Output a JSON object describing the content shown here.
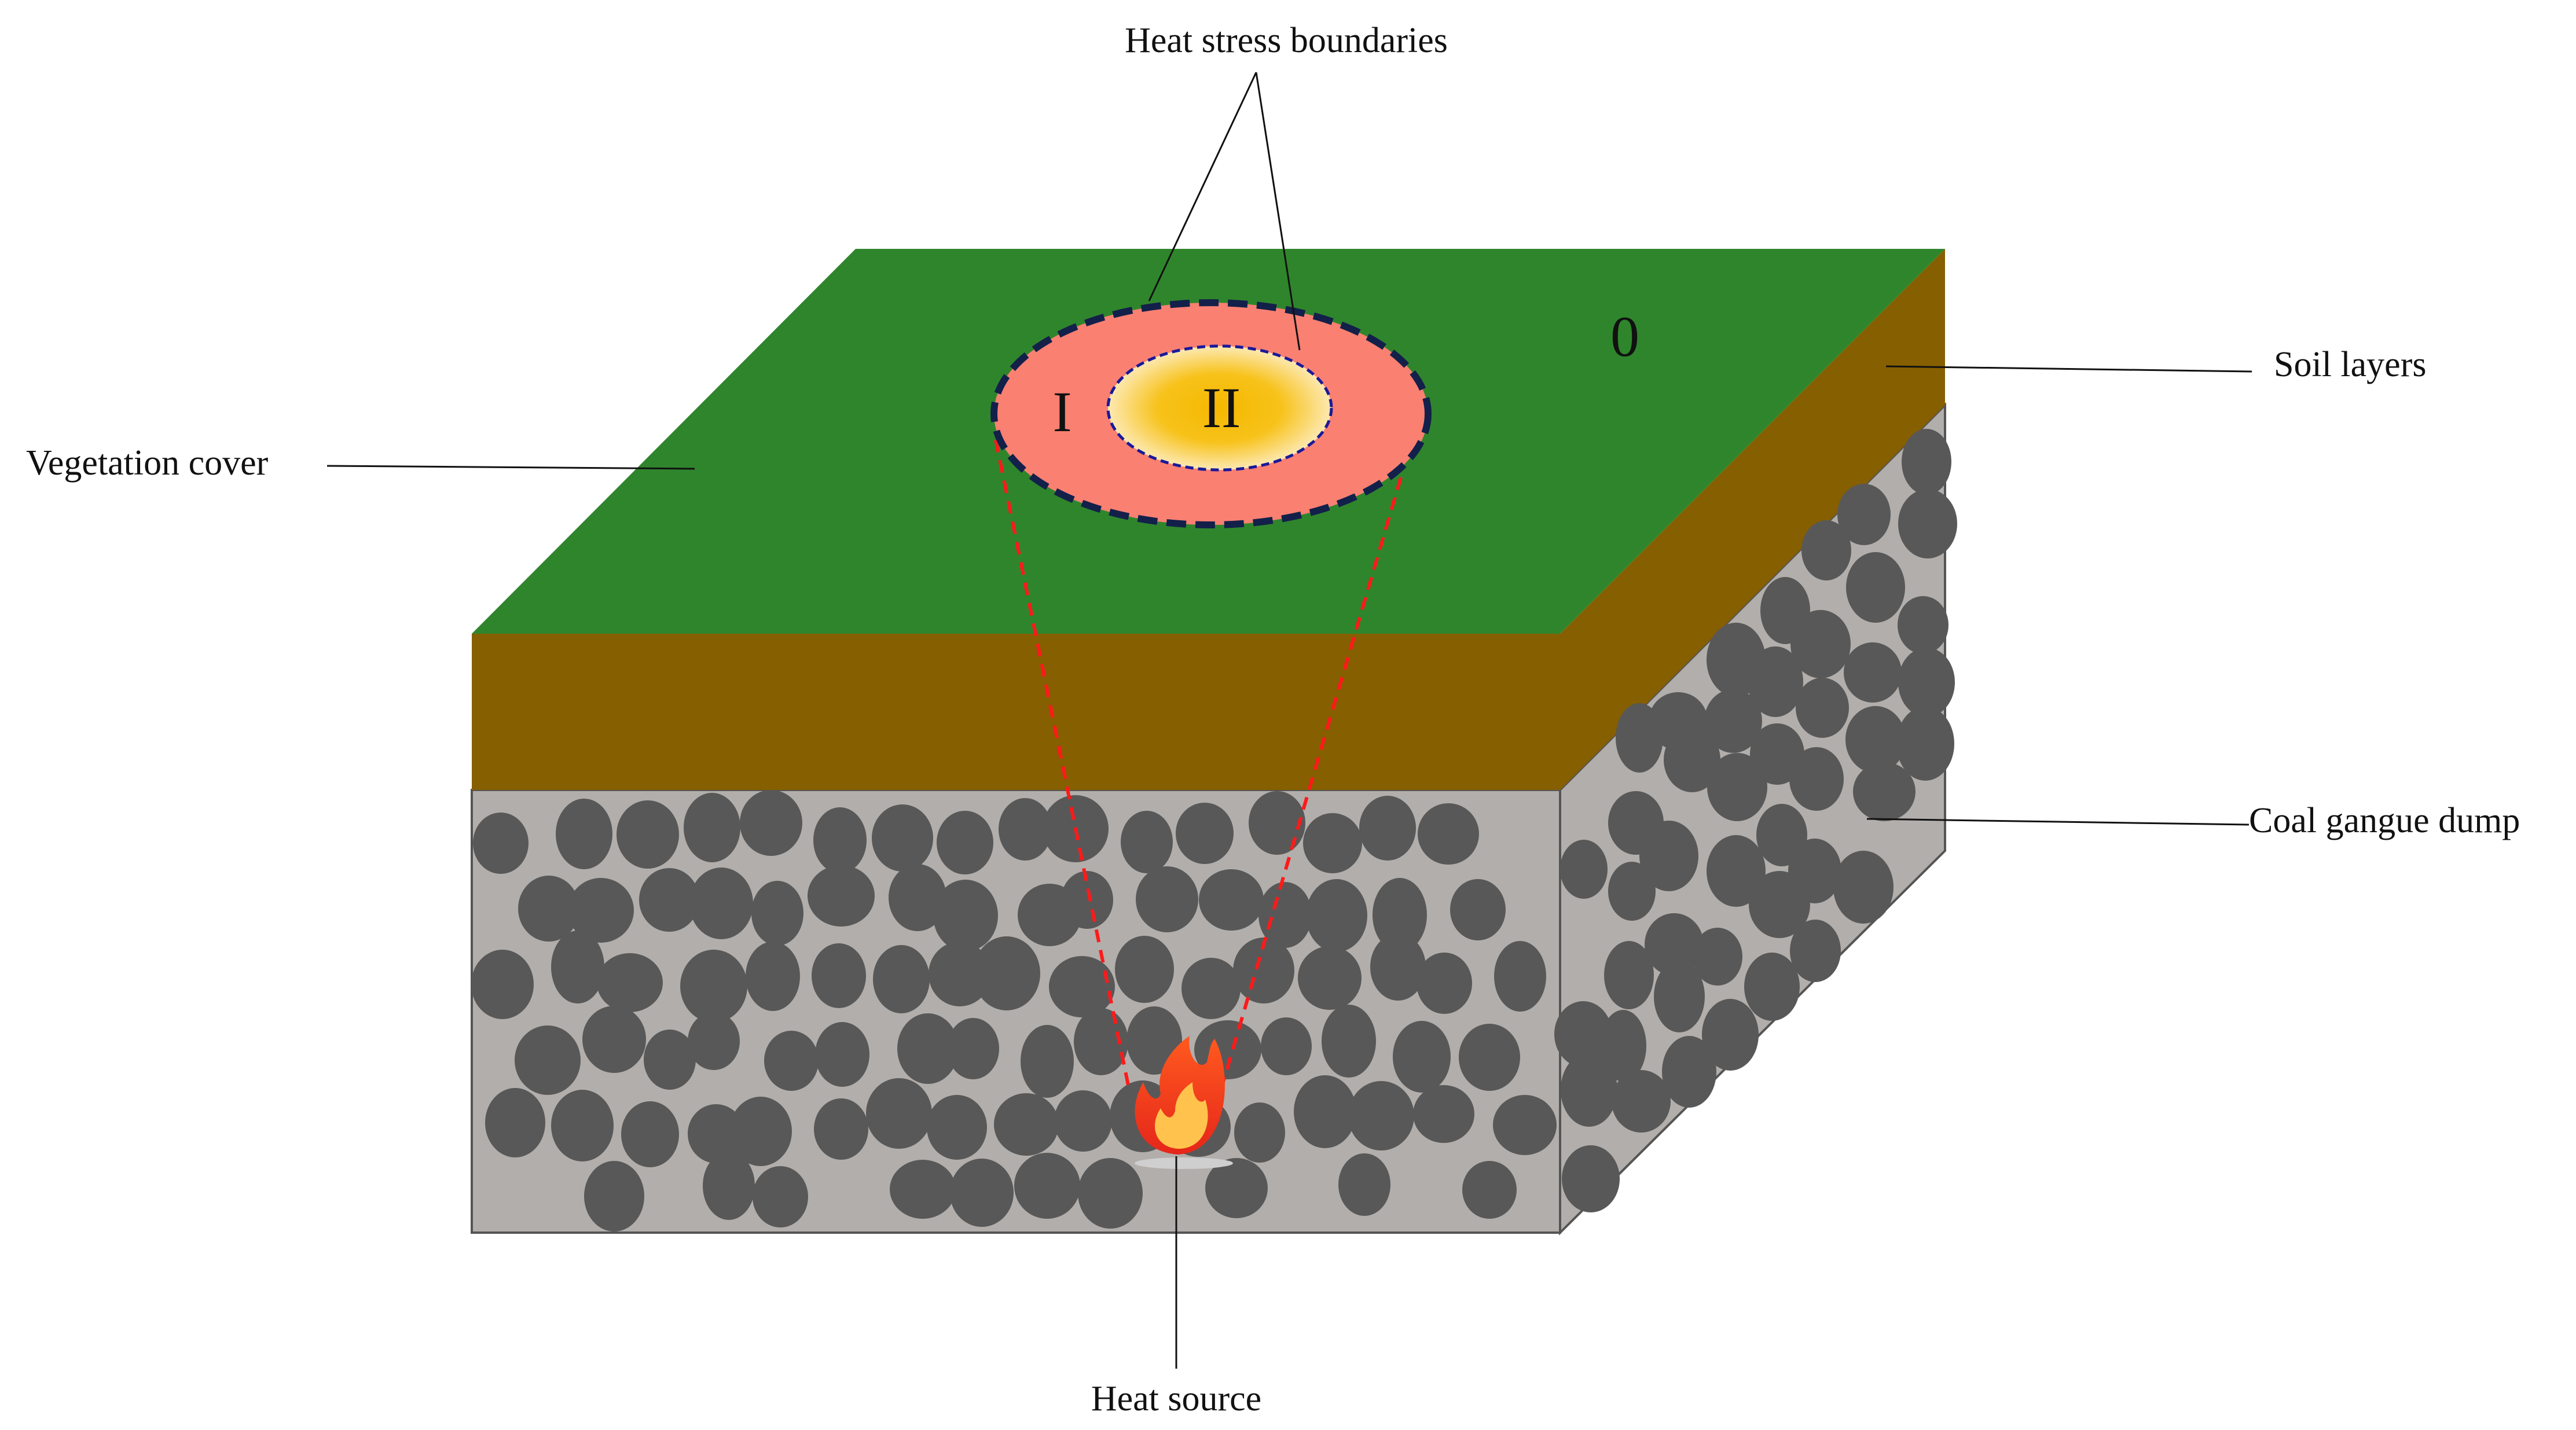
{
  "labels": {
    "heat_stress_boundaries": "Heat stress boundaries",
    "soil_layers": "Soil layers",
    "vegetation_cover": "Vegetation cover",
    "coal_gangue_dump": "Coal gangue dump",
    "heat_source": "Heat source"
  },
  "zones": {
    "zone_0": "0",
    "zone_1": "I",
    "zone_2": "II"
  },
  "colors": {
    "vegetation": "#2f852c",
    "soil": "#865f00",
    "gangue_background": "#b2aeab",
    "gangue_stones": "#585858",
    "zone_1_fill": "#fa8072",
    "zone_2_fill": "#f5b800",
    "boundary_line": "#13204a",
    "projection_line": "#ff1a1a",
    "flame_outer": "#f23a1a",
    "flame_inner": "#ffc34d"
  }
}
